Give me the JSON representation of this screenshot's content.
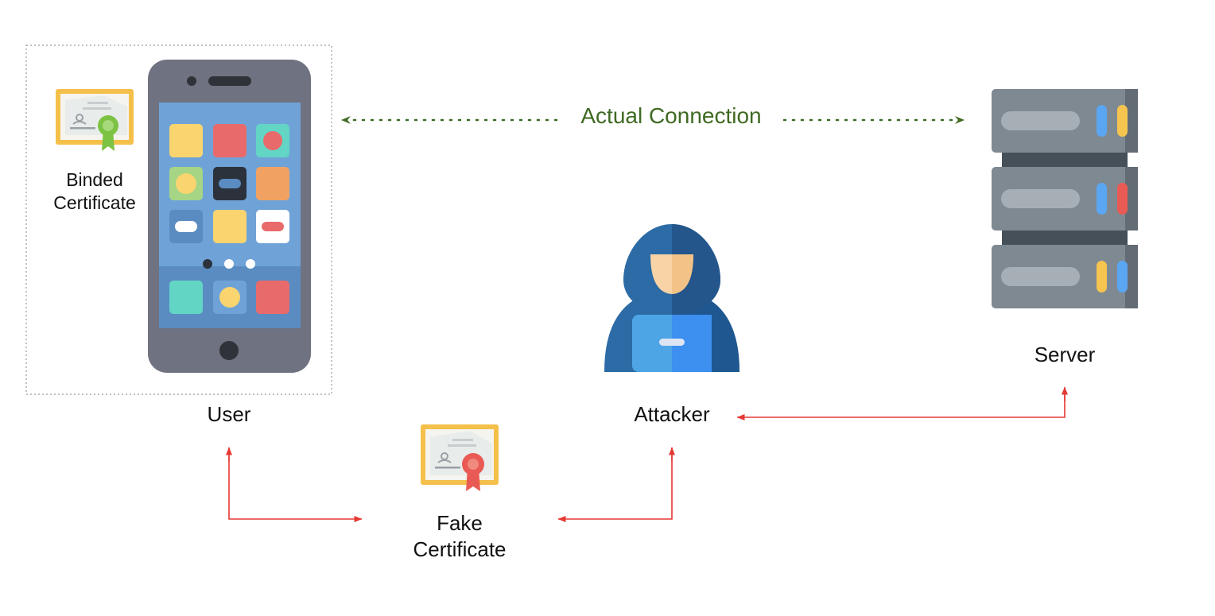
{
  "labels": {
    "binded_certificate": [
      "Binded",
      "Certificate"
    ],
    "user": "User",
    "actual_connection": "Actual Connection",
    "server": "Server",
    "attacker": "Attacker",
    "fake_certificate": [
      "Fake",
      "Certificate"
    ]
  },
  "colors": {
    "actual_connection": "#3f6a22",
    "attack_path": "#e53935",
    "certificate_seal_binded": "#7cc243",
    "certificate_seal_fake": "#ea5a54",
    "certificate_frame": "#f4c04a",
    "phone_body": "#6f7280",
    "phone_screen": "#6fa3d7",
    "server_body": "#7f8992",
    "hoodie": "#2c6ba5",
    "laptop": "#4ea5e6"
  },
  "icons": {
    "user_device": "smartphone-icon",
    "binded_certificate": "certificate-icon",
    "fake_certificate": "certificate-icon",
    "server": "server-rack-icon",
    "attacker": "hooded-hacker-icon"
  }
}
